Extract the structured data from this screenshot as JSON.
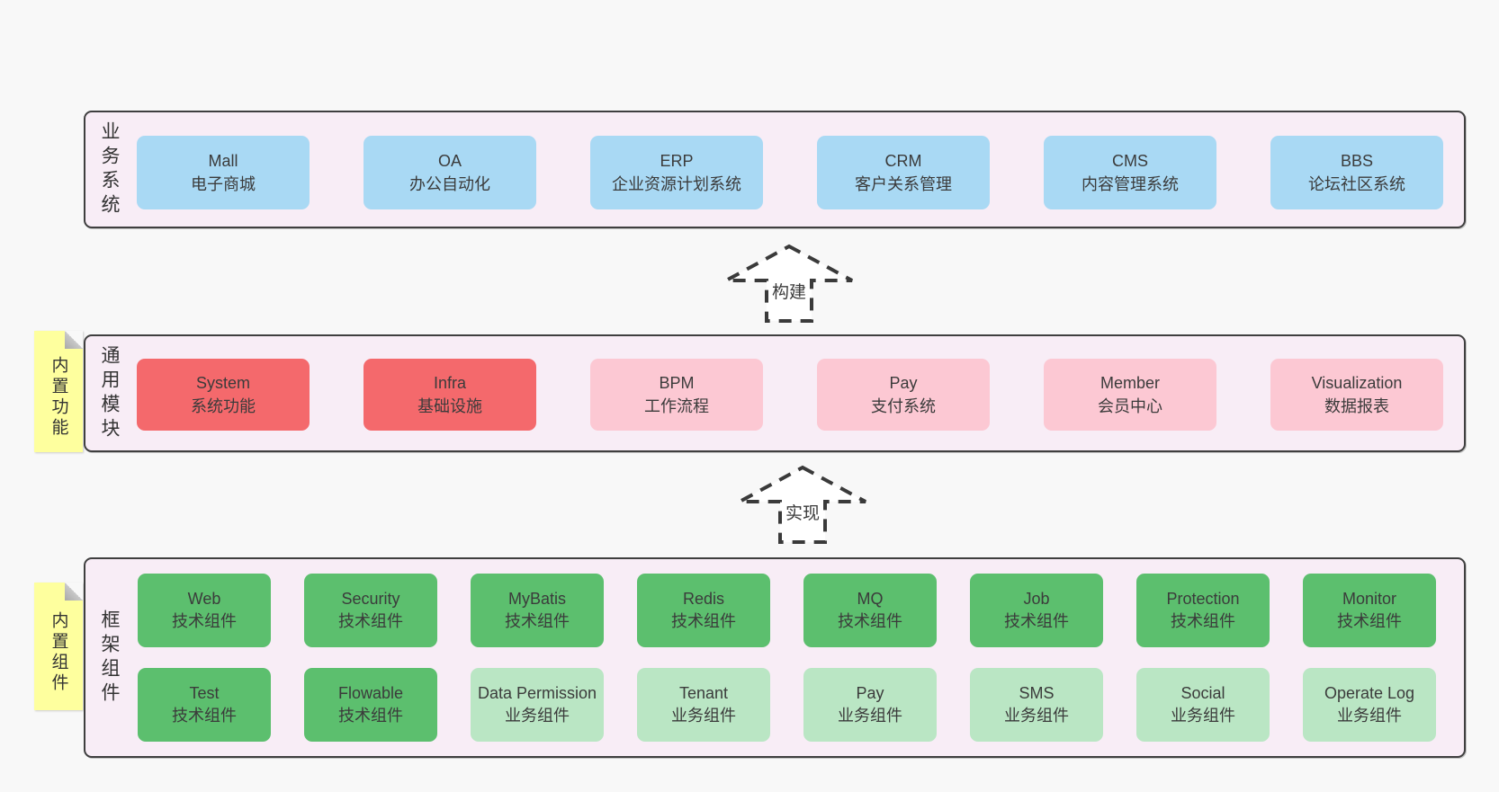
{
  "colors": {
    "pageBg": "#f8f8f8",
    "containerBg": "#f8edf6",
    "border": "#3f3f3f",
    "blue": "#a9d9f4",
    "red": "#f4696c",
    "pink": "#fcc8d3",
    "green": "#5cbf6e",
    "lightGreen": "#bae6c4",
    "noteYellow": "#feff9e"
  },
  "sections": {
    "business": {
      "label": "业务系统",
      "items": [
        {
          "en": "Mall",
          "zh": "电子商城"
        },
        {
          "en": "OA",
          "zh": "办公自动化"
        },
        {
          "en": "ERP",
          "zh": "企业资源计划系统"
        },
        {
          "en": "CRM",
          "zh": "客户关系管理"
        },
        {
          "en": "CMS",
          "zh": "内容管理系统"
        },
        {
          "en": "BBS",
          "zh": "论坛社区系统"
        }
      ]
    },
    "modules": {
      "label": "通用模块",
      "note": "内置功能",
      "items": [
        {
          "en": "System",
          "zh": "系统功能"
        },
        {
          "en": "Infra",
          "zh": "基础设施"
        },
        {
          "en": "BPM",
          "zh": "工作流程"
        },
        {
          "en": "Pay",
          "zh": "支付系统"
        },
        {
          "en": "Member",
          "zh": "会员中心"
        },
        {
          "en": "Visualization",
          "zh": "数据报表"
        }
      ]
    },
    "components": {
      "label": "框架组件",
      "note": "内置组件",
      "row1": [
        {
          "en": "Web",
          "zh": "技术组件"
        },
        {
          "en": "Security",
          "zh": "技术组件"
        },
        {
          "en": "MyBatis",
          "zh": "技术组件"
        },
        {
          "en": "Redis",
          "zh": "技术组件"
        },
        {
          "en": "MQ",
          "zh": "技术组件"
        },
        {
          "en": "Job",
          "zh": "技术组件"
        },
        {
          "en": "Protection",
          "zh": "技术组件"
        },
        {
          "en": "Monitor",
          "zh": "技术组件"
        }
      ],
      "row2": [
        {
          "en": "Test",
          "zh": "技术组件"
        },
        {
          "en": "Flowable",
          "zh": "技术组件"
        },
        {
          "en": "Data Permission",
          "zh": "业务组件"
        },
        {
          "en": "Tenant",
          "zh": "业务组件"
        },
        {
          "en": "Pay",
          "zh": "业务组件"
        },
        {
          "en": "SMS",
          "zh": "业务组件"
        },
        {
          "en": "Social",
          "zh": "业务组件"
        },
        {
          "en": "Operate Log",
          "zh": "业务组件"
        }
      ]
    }
  },
  "arrows": [
    {
      "label": "构建"
    },
    {
      "label": "实现"
    }
  ]
}
